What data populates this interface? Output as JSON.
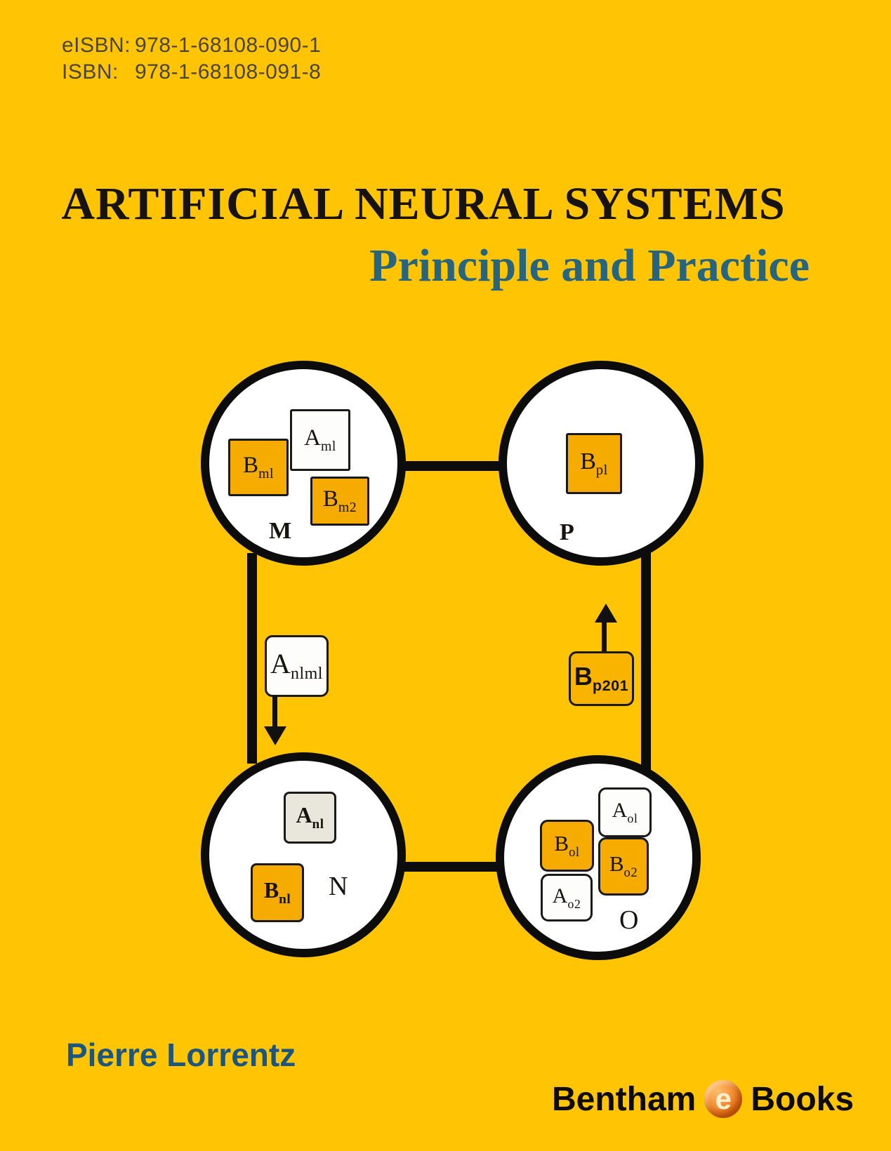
{
  "isbn_block": {
    "line1": {
      "label": "eISBN:",
      "value": "978-1-68108-090-1"
    },
    "line2": {
      "label": "ISBN:",
      "value": "978-1-68108-091-8"
    }
  },
  "title": "ARTIFICIAL NEURAL SYSTEMS",
  "subtitle": "Principle and Practice",
  "author": "Pierre Lorrentz",
  "publisher": {
    "word1": "Bentham",
    "e_icon": "e",
    "word2": "Books"
  },
  "diagram": {
    "circle_m": {
      "label": "M",
      "box_aml": {
        "base": "A",
        "sub": "ml"
      },
      "box_bml": {
        "base": "B",
        "sub": "ml"
      },
      "box_bm2": {
        "base": "B",
        "sub": "m2"
      }
    },
    "circle_p": {
      "label": "P",
      "box_bpl": {
        "base": "B",
        "sub": "pl"
      }
    },
    "circle_n": {
      "label": "N",
      "box_anl": {
        "base": "A",
        "sub": "nl"
      },
      "box_bnl": {
        "base": "B",
        "sub": "nl"
      }
    },
    "circle_o": {
      "label": "O",
      "box_aol": {
        "base": "A",
        "sub": "ol"
      },
      "box_bol": {
        "base": "B",
        "sub": "ol"
      },
      "box_bo2": {
        "base": "B",
        "sub": "o2"
      },
      "box_ao2": {
        "base": "A",
        "sub": "o2"
      }
    },
    "box_anlml": {
      "base": "A",
      "sub": "nlml"
    },
    "box_bp201": {
      "base": "B",
      "sub": "p201"
    }
  },
  "colors": {
    "background": "#FFC505",
    "box_orange": "#F5AB00",
    "box_beige": "#E9E6DB",
    "box_white": "#FDFDFB",
    "diagram_black": "#0C0C0C",
    "title_black": "#161310",
    "subtitle_teal": "#27657F",
    "author_blue": "#1A567F",
    "isbn_gray": "#4A443A",
    "logo_orange": "#EC7A18"
  }
}
